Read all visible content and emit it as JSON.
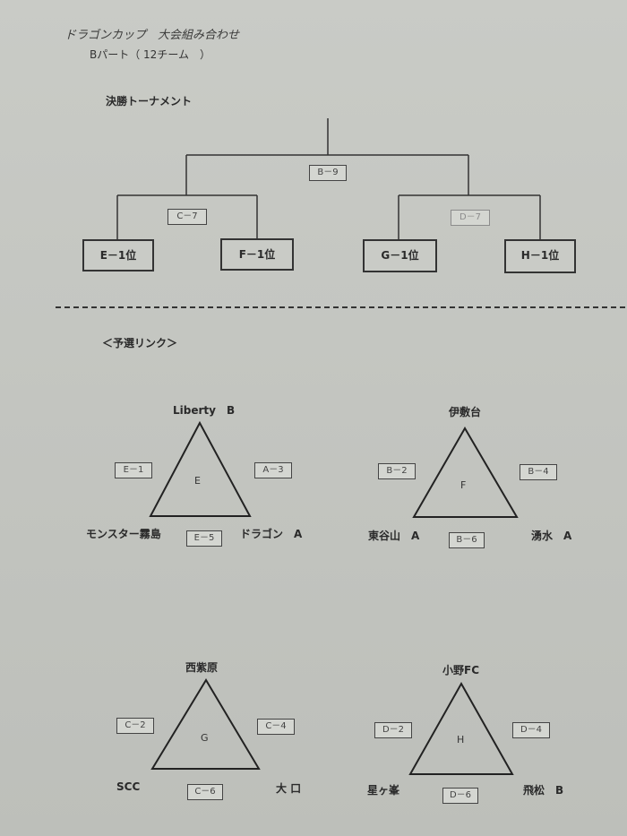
{
  "document": {
    "title": "ドラゴンカップ　大会組み合わせ",
    "subtitle": "Bパート（ 12チーム　）"
  },
  "final_tournament": {
    "label": "決勝トーナメント",
    "final_match": "B－9",
    "semifinal_left": "C－7",
    "semifinal_right": "D－7",
    "seeds": [
      "E－1位",
      "F－1位",
      "G－1位",
      "H－1位"
    ]
  },
  "preliminary": {
    "label": "＜予選リンク＞",
    "groups": [
      {
        "letter": "E",
        "top_team": "Liberty　B",
        "left_team": "モンスター霧島",
        "right_team": "ドラゴン　A",
        "match_left": "E－1",
        "match_right": "A－3",
        "match_bottom": "E－5"
      },
      {
        "letter": "F",
        "top_team": "伊敷台",
        "left_team": "東谷山　A",
        "right_team": "湧水　A",
        "match_left": "B－2",
        "match_right": "B－4",
        "match_bottom": "B－6"
      },
      {
        "letter": "G",
        "top_team": "西紫原",
        "left_team": "SCC",
        "right_team": "大 口",
        "match_left": "C－2",
        "match_right": "C－4",
        "match_bottom": "C－6"
      },
      {
        "letter": "H",
        "top_team": "小野FC",
        "left_team": "星ヶ峯",
        "right_team": "飛松　B",
        "match_left": "D－2",
        "match_right": "D－4",
        "match_bottom": "D－6"
      }
    ]
  }
}
